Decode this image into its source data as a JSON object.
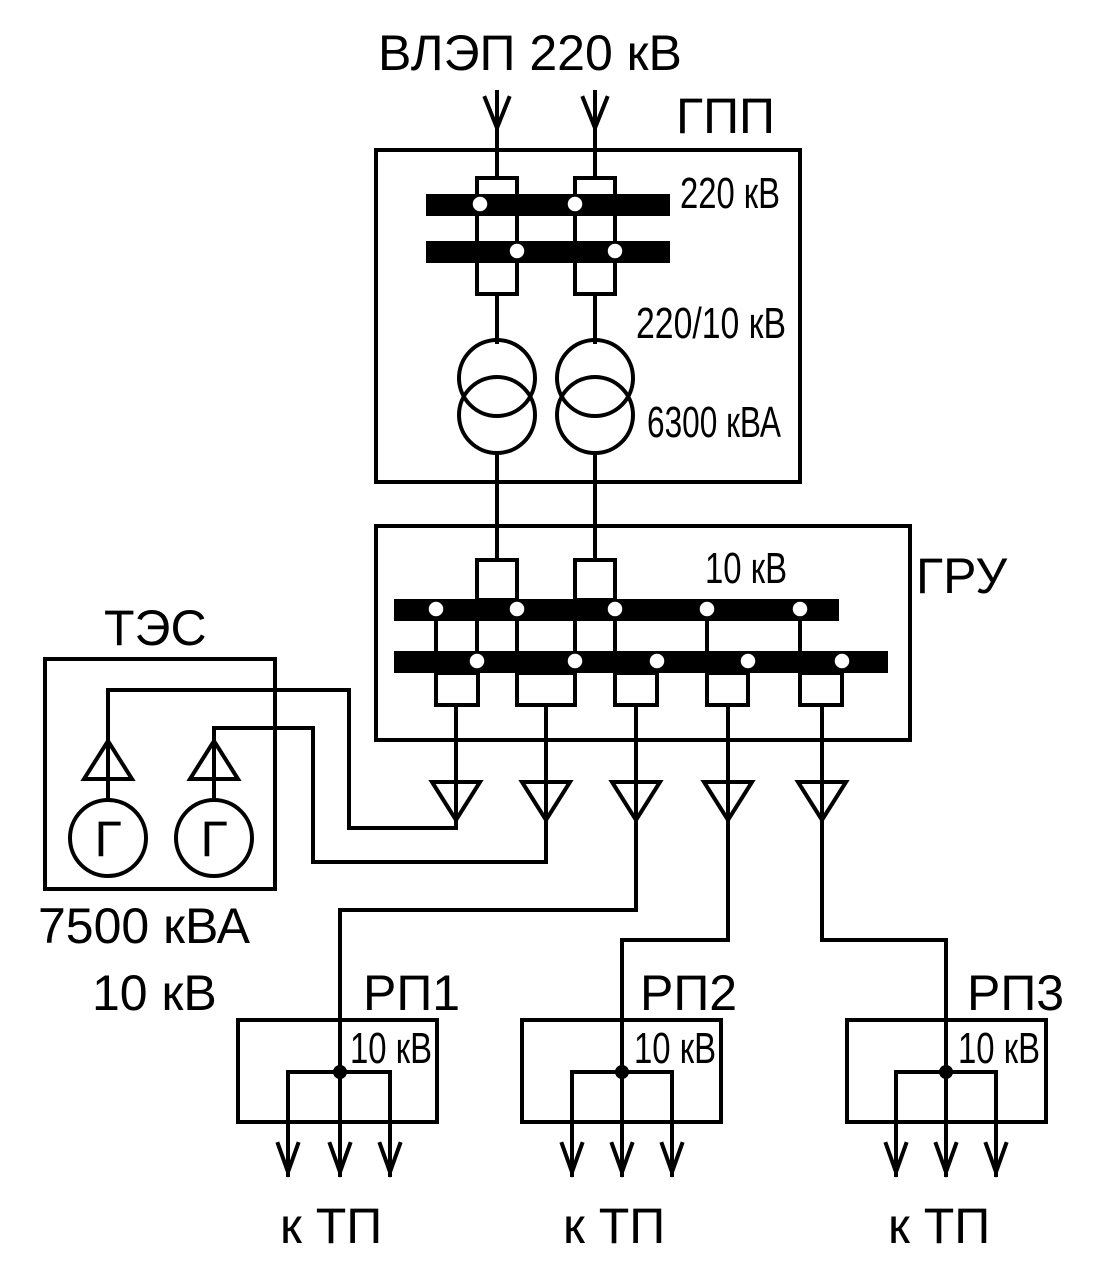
{
  "labels": {
    "line_in": "ВЛЭП 220 кВ",
    "gpp": "ГПП",
    "gpp_bus_voltage": "220 кВ",
    "transformer_ratio": "220/10 кВ",
    "transformer_power": "6300 кВА",
    "gru": "ГРУ",
    "gru_bus_voltage": "10 кВ",
    "tes": "ТЭС",
    "generator_symbol": "Г",
    "tes_power": "7500 кВА",
    "tes_voltage": "10 кВ",
    "rp1": "РП1",
    "rp2": "РП2",
    "rp3": "РП3",
    "rp_voltage": "10 кВ",
    "to_tp": "к ТП"
  }
}
